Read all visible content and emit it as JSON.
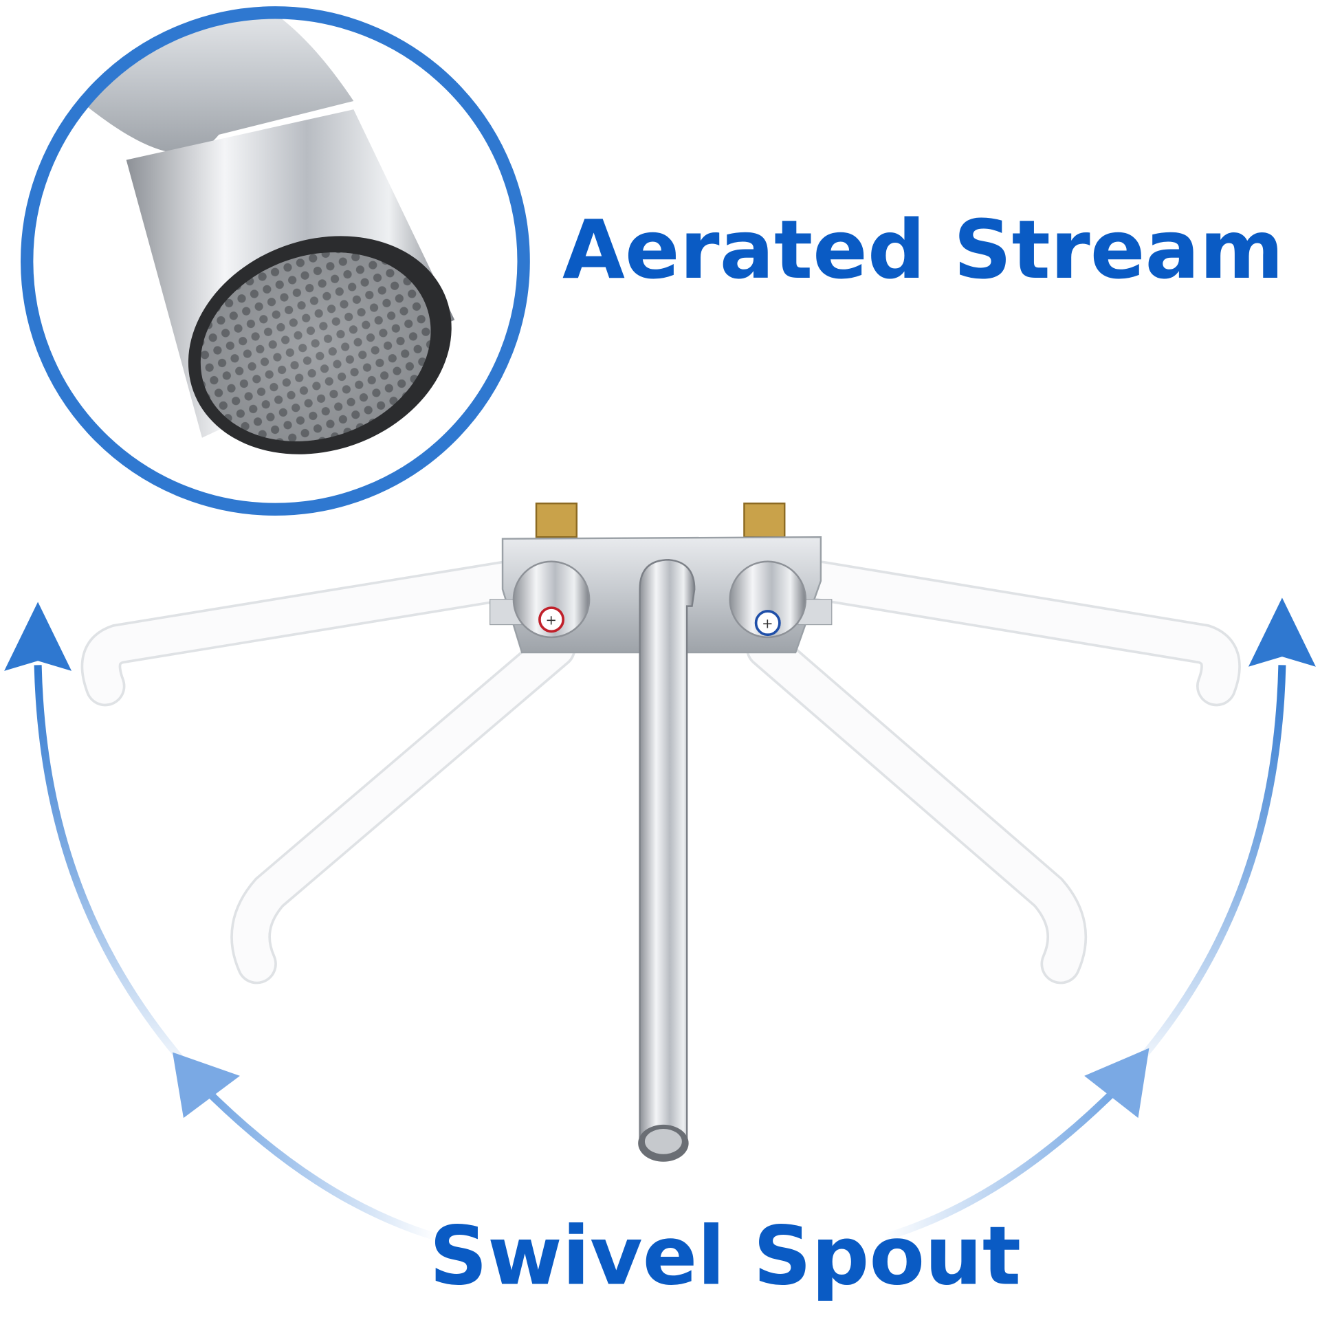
{
  "headline_top": "Aerated Stream",
  "headline_bottom": "Swivel Spout",
  "colors": {
    "accent_blue": "#0a5bc4",
    "ring_blue": "#2f78d0",
    "arrow_light": "#8ab4e8",
    "chrome": "#c9ccd1",
    "brass": "#c9a24a",
    "hot": "#c0202a",
    "cold": "#1f4fa8"
  },
  "icons": [
    "aerator-closeup-image",
    "faucet-image",
    "swivel-arrow-icon"
  ]
}
